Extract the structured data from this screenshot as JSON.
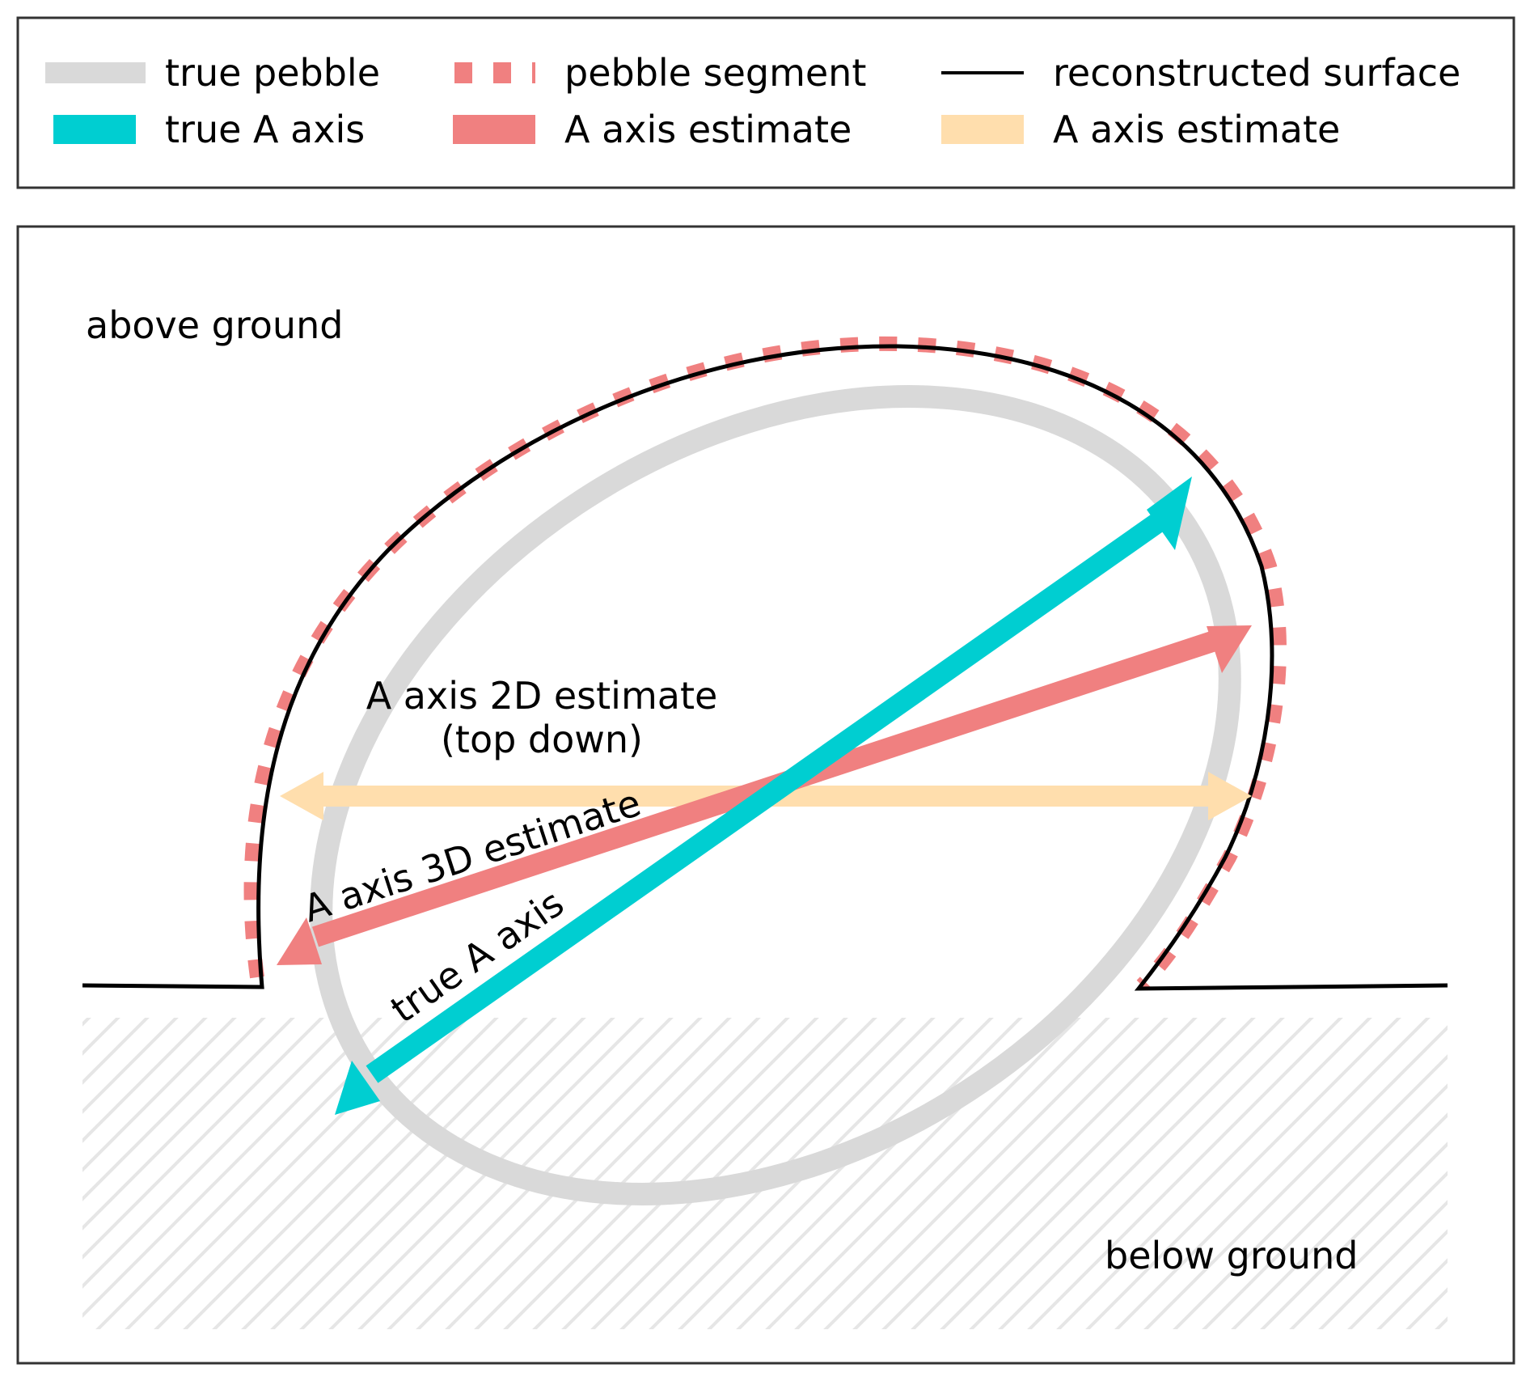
{
  "legend": {
    "items": [
      {
        "label": "true pebble",
        "color": "#d9d9d9",
        "style": "solid-thick"
      },
      {
        "label": "true A axis",
        "color": "#00ced1",
        "style": "solid-thick"
      },
      {
        "label": "pebble segment",
        "color": "#f08080",
        "style": "dashed"
      },
      {
        "label": "A axis estimate",
        "color": "#f08080",
        "style": "solid-thick"
      },
      {
        "label": "reconstructed surface",
        "color": "#000000",
        "style": "solid-thin"
      },
      {
        "label": "A axis estimate",
        "color": "#ffdead",
        "style": "solid-thick"
      }
    ]
  },
  "diagram": {
    "above_label": "above ground",
    "below_label": "below ground",
    "label_2d_line1": "A axis 2D estimate",
    "label_2d_line2": "(top down)",
    "label_3d": "A axis 3D estimate",
    "label_true": "true A axis"
  },
  "colors": {
    "pebble": "#d9d9d9",
    "true_axis": "#00ced1",
    "estimate_3d": "#f08080",
    "estimate_2d": "#ffdead",
    "surface": "#000000",
    "hatch": "#e6e6e6"
  }
}
